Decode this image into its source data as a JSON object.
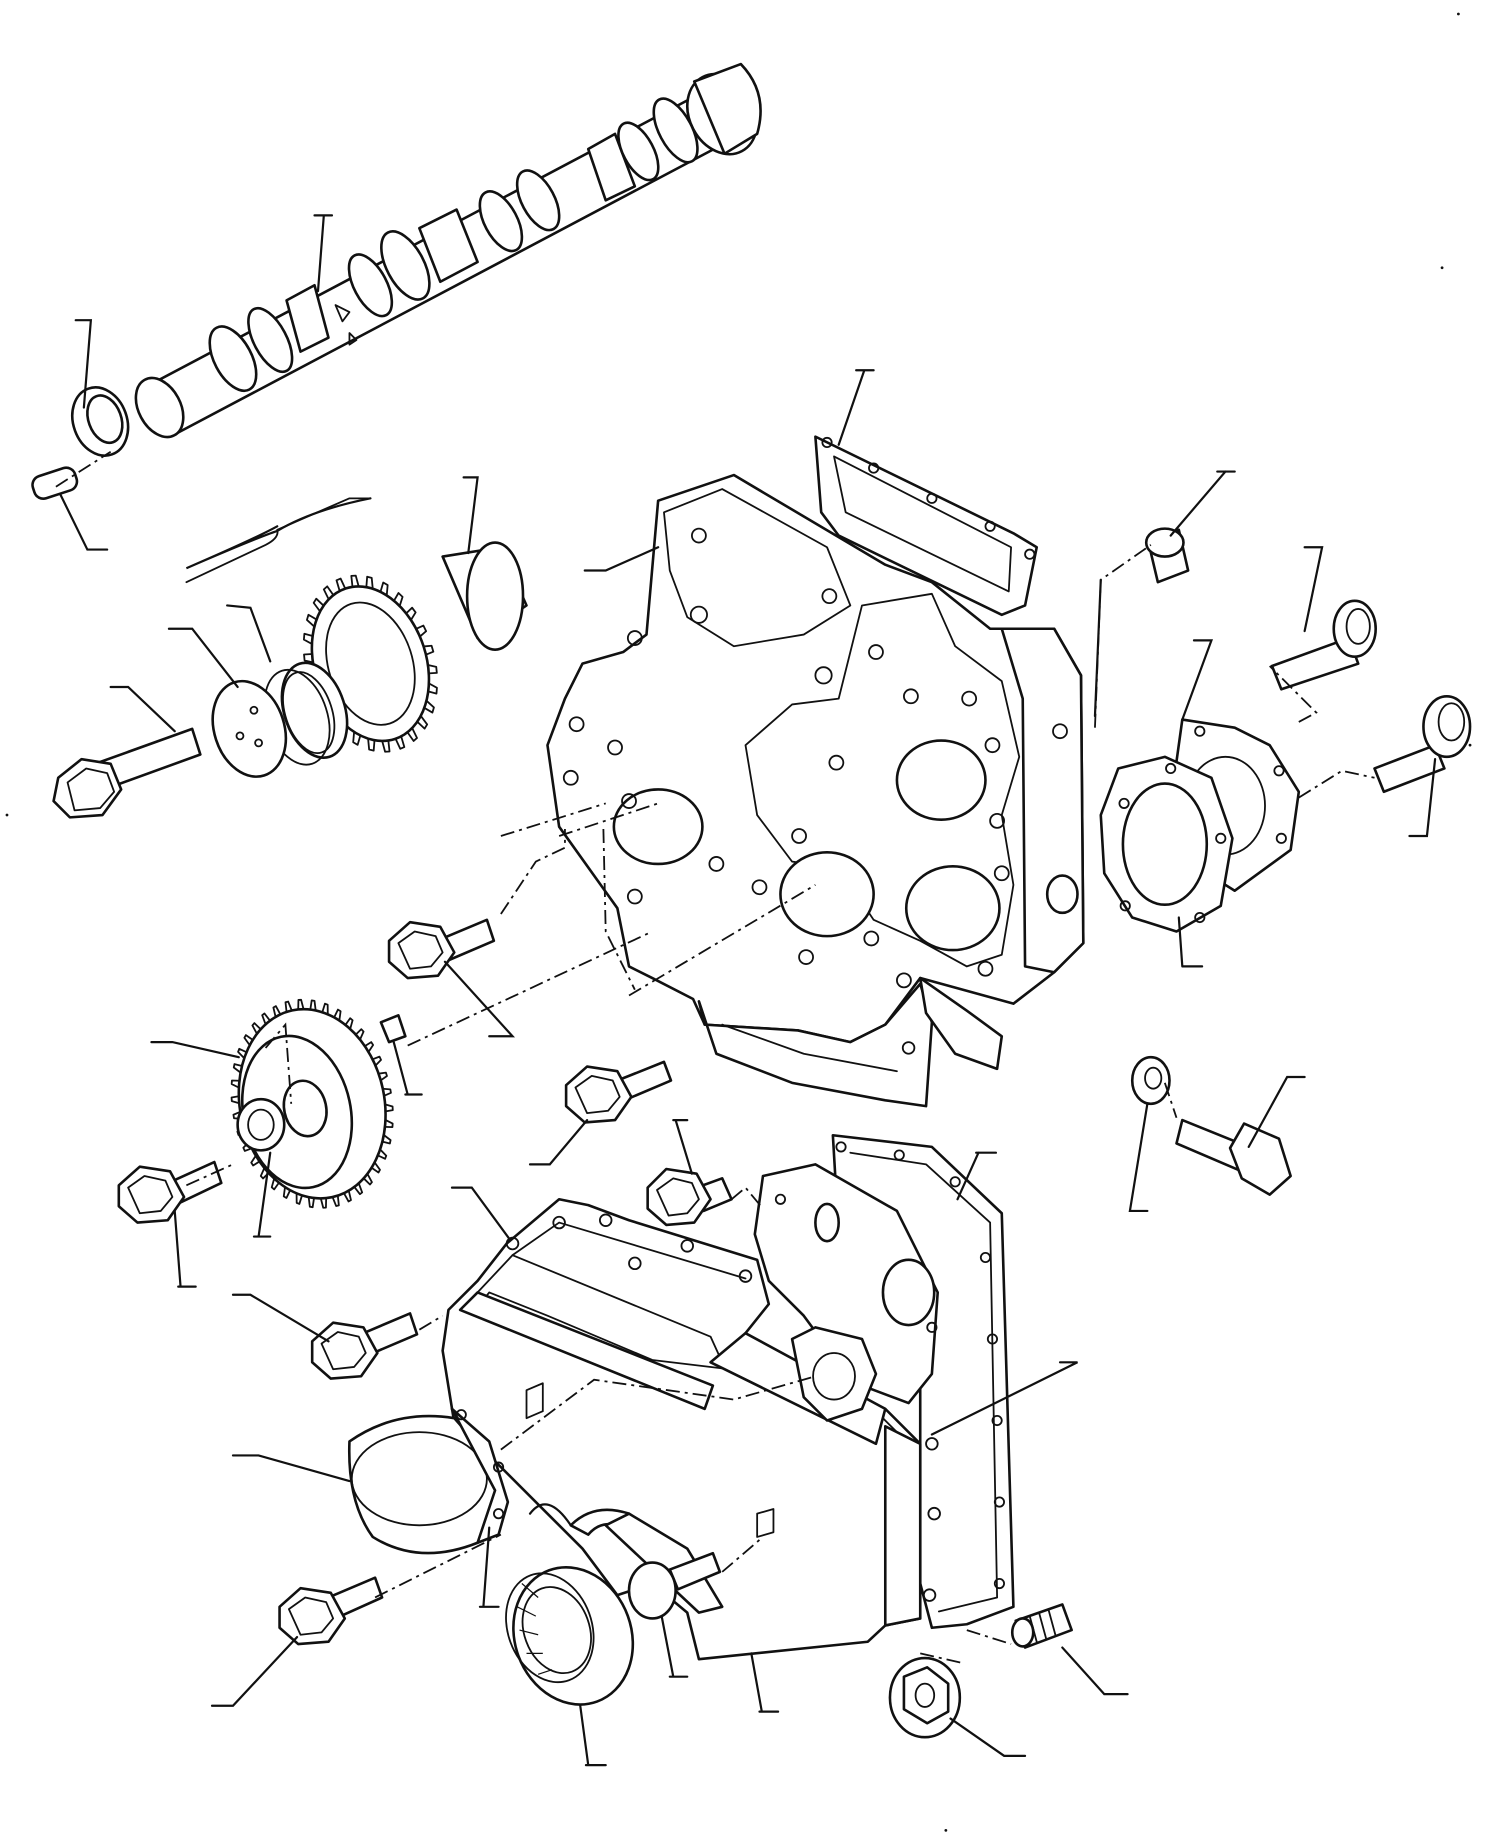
{
  "figure": {
    "type": "exploded-parts-diagram",
    "callout_labels_visible": false,
    "callout_leader_count": 38,
    "colors": {
      "ink": "#111111",
      "background": "#ffffff"
    },
    "parts": [
      "camshaft",
      "thrust-washer",
      "dowel-pin",
      "camshaft-gear-assembly",
      "gear-hub-washer",
      "gear-retaining-bolt",
      "timing-case-gasket",
      "timing-case-housing",
      "blanking-plug",
      "flange-bolt",
      "bearing-housing-gasket",
      "bearing-housing",
      "idler-gear",
      "idler-hub-bush",
      "woodruff-key",
      "bolt-washer",
      "timing-cover-gasket",
      "timing-cover",
      "oil-seal",
      "pulley-spacer",
      "access-cover",
      "nut",
      "stud"
    ]
  }
}
